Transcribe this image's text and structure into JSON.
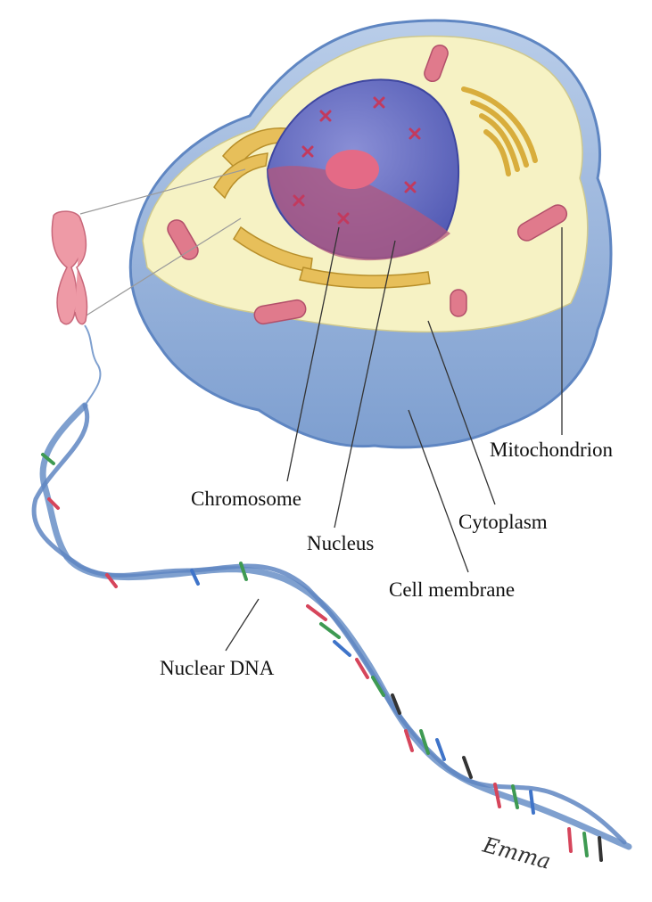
{
  "labels": {
    "mitochondrion": "Mitochondrion",
    "chromosome": "Chromosome",
    "cytoplasm": "Cytoplasm",
    "nucleus": "Nucleus",
    "cell_membrane": "Cell membrane",
    "nuclear_dna": "Nuclear DNA"
  },
  "signature": "Emma",
  "colors": {
    "membrane": "#8fb0d8",
    "membrane_edge": "#5f86c2",
    "cytoplasm": "#f6f2c4",
    "nucleus": "#6e78c8",
    "nucleolus": "#e46a86",
    "chromosome_marks": "#c23a5e",
    "organelle": "#e07a8c",
    "golgi": "#e0b84a",
    "dna_backbone": "#7fa0cf",
    "base_red": "#d6455b",
    "base_green": "#3e9a52",
    "base_blue": "#3f74c9",
    "base_black": "#333333"
  }
}
